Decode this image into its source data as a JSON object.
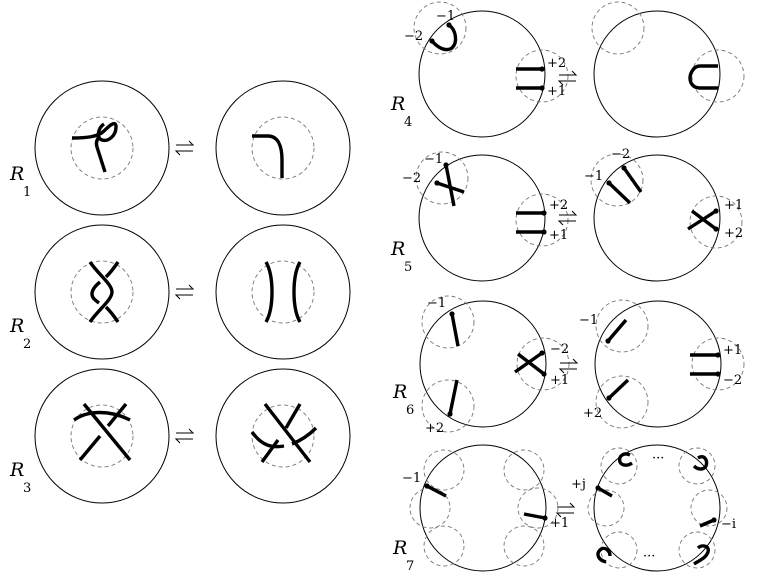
{
  "moves": {
    "r1": {
      "letter": "R",
      "index": "1"
    },
    "r2": {
      "letter": "R",
      "index": "2"
    },
    "r3": {
      "letter": "R",
      "index": "3"
    },
    "r4": {
      "letter": "R",
      "index": "4"
    },
    "r5": {
      "letter": "R",
      "index": "5"
    },
    "r6": {
      "letter": "R",
      "index": "6"
    },
    "r7": {
      "letter": "R",
      "index": "7"
    }
  },
  "endpoint_labels": {
    "r4_left": [
      "−1",
      "−2",
      "+2",
      "+1"
    ],
    "r5_left": [
      "−1",
      "−2",
      "+2",
      "+1"
    ],
    "r5_right": [
      "−2",
      "−1",
      "+1",
      "+2"
    ],
    "r6_left": [
      "−1",
      "+2",
      "−2",
      "+1"
    ],
    "r6_right": [
      "−1",
      "+2",
      "+1",
      "−2"
    ],
    "r7_left": [
      "−1",
      "+1"
    ],
    "r7_right": [
      "+j",
      "−i"
    ],
    "r7_dots": [
      "···",
      "···"
    ]
  }
}
